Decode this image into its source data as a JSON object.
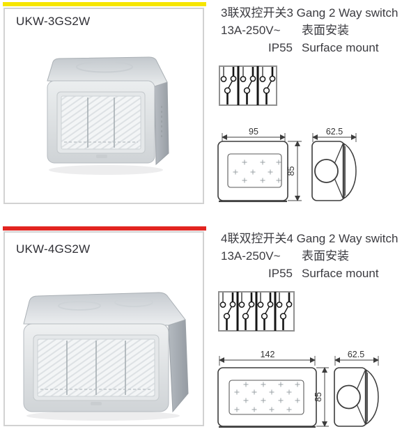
{
  "colors": {
    "accent_yellow": "#F6E500",
    "accent_red": "#E22420",
    "card_border": "#D2D2D2",
    "text": "#3B3B40",
    "drawing_line": "#3C3C3C",
    "circuit_line": "#151515",
    "plus_mark": "#9AA0A4"
  },
  "sections": [
    {
      "model": "UKW-3GS2W",
      "accent_color": "#F6E500",
      "gangs": "3",
      "name_cn": "3联双控开关",
      "name_en": "3 Gang 2 Way switch",
      "rating": "13A-250V~",
      "ip_rating": "IP55",
      "mount_cn": "表面安装",
      "mount_en": "Surface mount",
      "dim_width": "95",
      "dim_height": "85",
      "dim_depth": "62.5"
    },
    {
      "model": "UKW-4GS2W",
      "accent_color": "#E22420",
      "gangs": "4",
      "name_cn": "4联双控开关",
      "name_en": "4 Gang 2 Way switch",
      "rating": "13A-250V~",
      "ip_rating": "IP55",
      "mount_cn": "表面安装",
      "mount_en": "Surface mount",
      "dim_width": "142",
      "dim_height": "85",
      "dim_depth": "62.5"
    }
  ]
}
